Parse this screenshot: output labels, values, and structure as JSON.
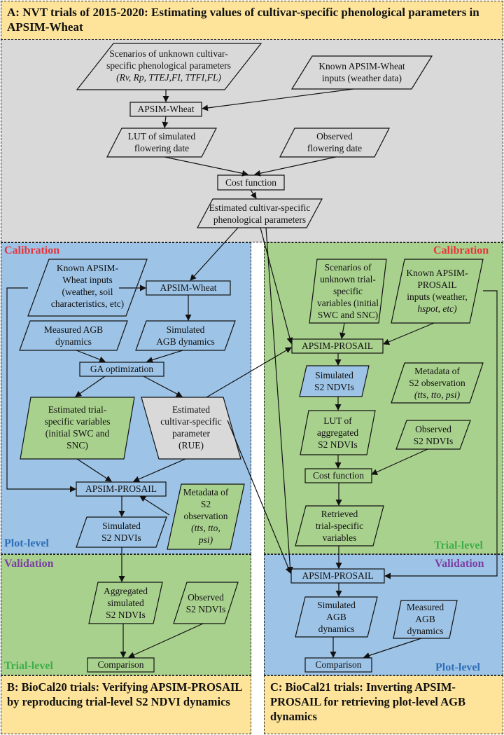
{
  "panels": {
    "a_title": "A: NVT trials of 2015-2020: Estimating values of cultivar-specific phenological parameters in APSIM-Wheat",
    "b_title": "B: BioCal20 trials: Verifying APSIM-PROSAIL by reproducing trial-level S2 NDVI dynamics",
    "c_title": "C: BioCal21 trials: Inverting APSIM-PROSAIL for retrieving plot-level AGB dynamics"
  },
  "stage_labels": {
    "calibration": "Calibration",
    "validation": "Validation",
    "plot_level": "Plot-level",
    "trial_level": "Trial-level"
  },
  "a": {
    "scenarios_l1": "Scenarios of unknown cultivar-",
    "scenarios_l2": "specific phenological parameters",
    "scenarios_l3": "(Rv, Rp, TTEJ,FI, TTFI,FL)",
    "known_l1": "Known APSIM-Wheat",
    "known_l2": "inputs (weather data)",
    "apsim_wheat": "APSIM-Wheat",
    "lut_l1": "LUT of simulated",
    "lut_l2": "flowering date",
    "obs_l1": "Observed",
    "obs_l2": "flowering date",
    "cost": "Cost function",
    "est_l1": "Estimated cultivar-specific",
    "est_l2": "phenological parameters"
  },
  "b": {
    "known_l1": "Known APSIM-",
    "known_l2": "Wheat inputs",
    "known_l3": "(weather, soil",
    "known_l4": "characteristics, etc)",
    "apsim_wheat": "APSIM-Wheat",
    "measured_l1": "Measured AGB",
    "measured_l2": "dynamics",
    "simulated_l1": "Simulated",
    "simulated_l2": "AGB dynamics",
    "ga": "GA optimization",
    "est_trial_l1": "Estimated trial-",
    "est_trial_l2": "specific variables",
    "est_trial_l3": "(initial SWC and",
    "est_trial_l4": "SNC)",
    "est_cult_l1": "Estimated",
    "est_cult_l2": "cultivar-specific",
    "est_cult_l3": "parameter",
    "est_cult_l4": "(RUE)",
    "apsim_prosail": "APSIM-PROSAIL",
    "meta_l1": "Metadata of",
    "meta_l2": "S2",
    "meta_l3": "observation",
    "meta_l4": "(tts, tto,",
    "meta_l5": "psi)",
    "sim_ndvi_l1": "Simulated",
    "sim_ndvi_l2": "S2 NDVIs",
    "agg_l1": "Aggregated",
    "agg_l2": "simulated",
    "agg_l3": "S2 NDVIs",
    "obs_ndvi_l1": "Observed",
    "obs_ndvi_l2": "S2 NDVIs",
    "comparison": "Comparison"
  },
  "c": {
    "scen_l1": "Scenarios of",
    "scen_l2": "unknown trial-",
    "scen_l3": "specific",
    "scen_l4": "variables (initial",
    "scen_l5": "SWC and SNC)",
    "known_l1": "Known APSIM-",
    "known_l2": "PROSAIL",
    "known_l3": "inputs (weather,",
    "known_l4": "hspot, etc)",
    "apsim_prosail": "APSIM-PROSAIL",
    "sim_ndvi_l1": "Simulated",
    "sim_ndvi_l2": "S2 NDVIs",
    "meta_l1": "Metadata of",
    "meta_l2": "S2 observation",
    "meta_l3": "(tts, tto, psi)",
    "lut_l1": "LUT of",
    "lut_l2": "aggregated",
    "lut_l3": "S2 NDVIs",
    "obs_l1": "Observed",
    "obs_l2": "S2 NDVIs",
    "cost": "Cost function",
    "ret_l1": "Retrieved",
    "ret_l2": "trial-specific",
    "ret_l3": "variables",
    "apsim_prosail_2": "APSIM-PROSAIL",
    "sim_agb_l1": "Simulated",
    "sim_agb_l2": "AGB",
    "sim_agb_l3": "dynamics",
    "meas_agb_l1": "Measured",
    "meas_agb_l2": "AGB",
    "meas_agb_l3": "dynamics",
    "comparison": "Comparison"
  }
}
